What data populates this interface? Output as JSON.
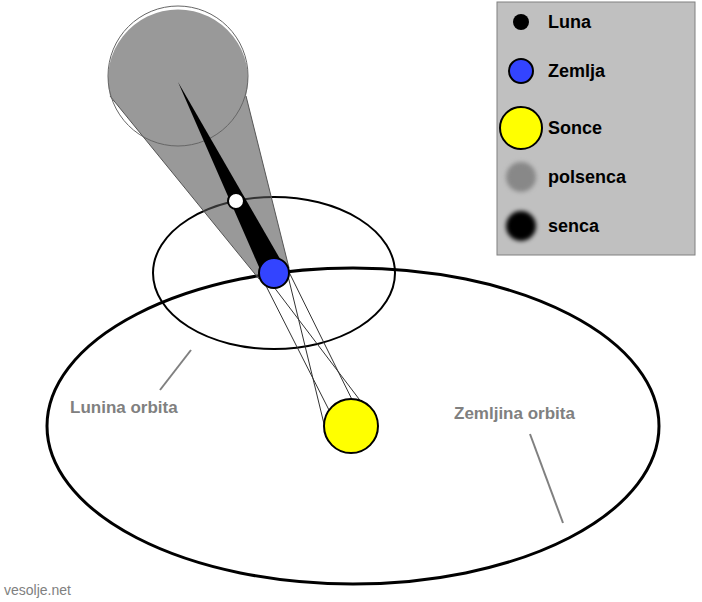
{
  "diagram": {
    "labels": [
      "Lunina orbita",
      "Zemljina orbita",
      "vesolje.net"
    ],
    "legend": [
      {
        "text": "Luna",
        "color": "#000000"
      },
      {
        "text": "Zemlja",
        "color": "#3344ff"
      },
      {
        "text": "Sonce",
        "color": "#ffff00"
      },
      {
        "text": "polsenca",
        "color": "#888888"
      },
      {
        "text": "senca",
        "color": "#000000"
      }
    ]
  }
}
